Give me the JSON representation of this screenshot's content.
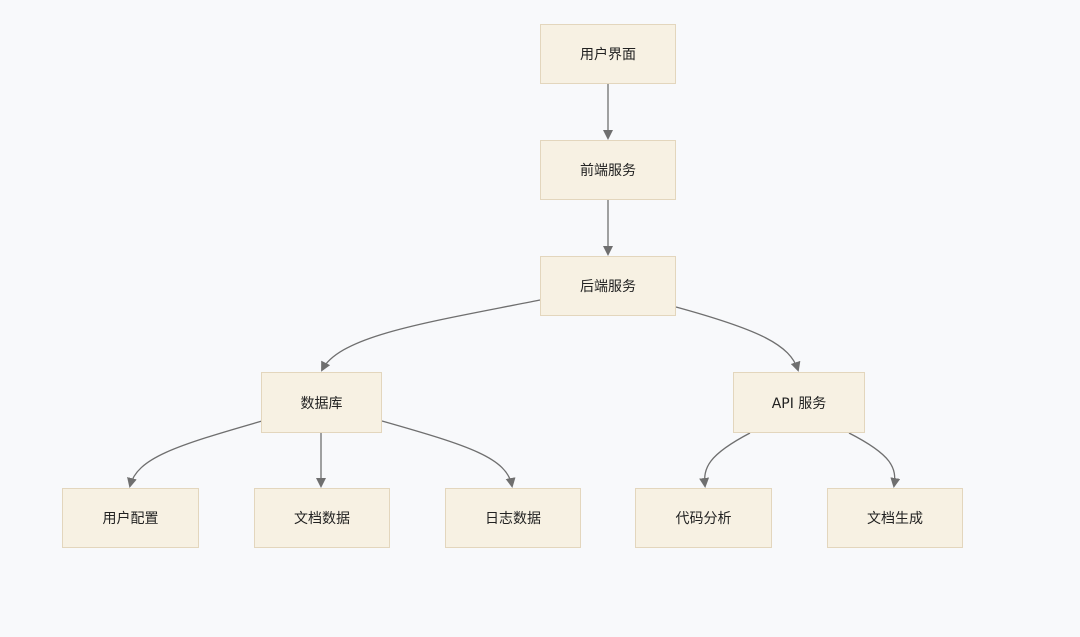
{
  "diagram": {
    "nodes": {
      "user_interface": "用户界面",
      "frontend_service": "前端服务",
      "backend_service": "后端服务",
      "database": "数据库",
      "api_service": "API 服务",
      "user_config": "用户配置",
      "document_data": "文档数据",
      "log_data": "日志数据",
      "code_analysis": "代码分析",
      "document_generation": "文档生成"
    },
    "edges": [
      [
        "user_interface",
        "frontend_service"
      ],
      [
        "frontend_service",
        "backend_service"
      ],
      [
        "backend_service",
        "database"
      ],
      [
        "backend_service",
        "api_service"
      ],
      [
        "database",
        "user_config"
      ],
      [
        "database",
        "document_data"
      ],
      [
        "database",
        "log_data"
      ],
      [
        "api_service",
        "code_analysis"
      ],
      [
        "api_service",
        "document_generation"
      ]
    ],
    "colors": {
      "node_fill": "#f7f1e3",
      "node_border": "#e3d6bd",
      "edge": "#6f6f6f",
      "background": "#f8f9fb"
    }
  }
}
